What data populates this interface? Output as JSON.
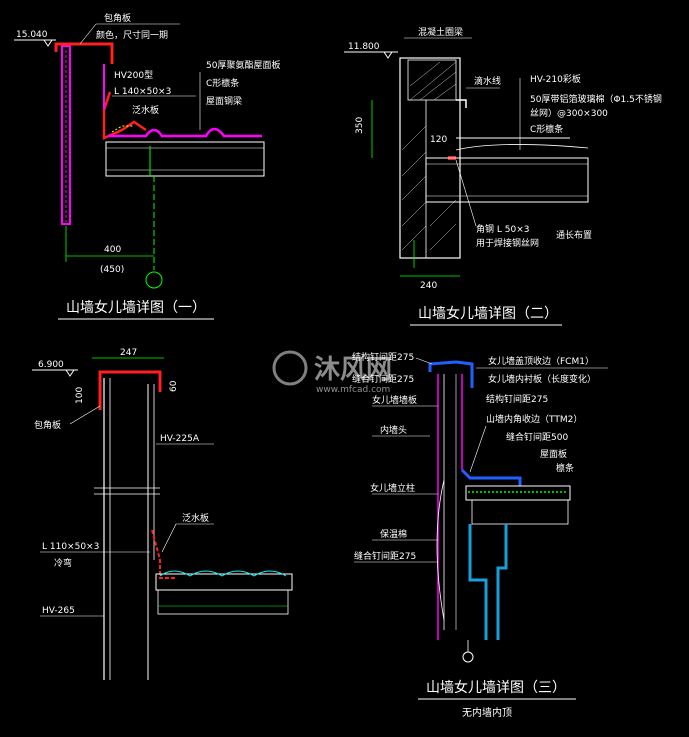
{
  "colors": {
    "background": "#000000",
    "line": "#ffffff",
    "magenta": "#ff00ff",
    "red": "#ff2020",
    "cyan": "#00ffff",
    "green": "#00ff00",
    "blue": "#2060ff",
    "steel_blue": "#1aa0d8",
    "yellow": "#ffff00"
  },
  "watermark": {
    "brand": "沐风网",
    "url": "www.mfcad.com"
  },
  "detail1": {
    "title": "山墙女儿墙详图（一）",
    "level": "15.040",
    "labels": {
      "flashing": "包角板",
      "color_note": "颜色，尺寸同一期",
      "hv200": "HV200型",
      "angle": "L 140×50×3",
      "flash_board": "泛水板",
      "panel": "50厚聚氨酯屋面板",
      "purlin": "C形檩条",
      "beam": "屋面钢梁",
      "dim1": "400",
      "dim2": "(450)"
    }
  },
  "detail2": {
    "title": "山墙女儿墙详图（二）",
    "level": "11.800",
    "labels": {
      "ring_beam": "混凝土圈梁",
      "drip": "滴水线",
      "hv210": "HV-210彩板",
      "insulation1": "50厚带铝箔玻璃棉（Φ1.5不锈钢",
      "insulation2": "丝网）@300×300",
      "purlin": "C形檩条",
      "dim_350": "350",
      "dim_120": "120",
      "angle": "角钢 L 50×3",
      "angle_use": "用于焊接钢丝网",
      "continuous": "通长布置",
      "dim_240": "240"
    }
  },
  "detail3": {
    "title": "山墙女儿墙详图（二）",
    "level": "6.900",
    "labels": {
      "dim_247": "247",
      "dim_60": "60",
      "dim_100": "100",
      "flashing": "包角板",
      "hv225": "HV-225A",
      "flash_board": "泛水板",
      "angle": "L 110×50×3",
      "cold_bend": "冷弯",
      "hv265": "HV-265"
    }
  },
  "detail4": {
    "title": "山墙女儿墙详图（三）",
    "subtitle": "无内墙内顶",
    "labels": {
      "rivet1": "结构钉间距275",
      "rivet_seam": "缝合钉间距275",
      "cap": "女儿墙盖顶收边（FCM1）",
      "inner_lining": "女儿墙内衬板（长度变化）",
      "wall_panel": "女儿墙墙板",
      "rivet2": "结构钉间距275",
      "inner_corner": "山墙内角收边（TTM2）",
      "inner_head": "内墙头",
      "seam500": "缝合钉间距500",
      "roof_panel": "屋面板",
      "purlin": "檩条",
      "column": "女儿墙立柱",
      "insulation": "保温棉",
      "seam275": "缝合钉间距275"
    }
  }
}
